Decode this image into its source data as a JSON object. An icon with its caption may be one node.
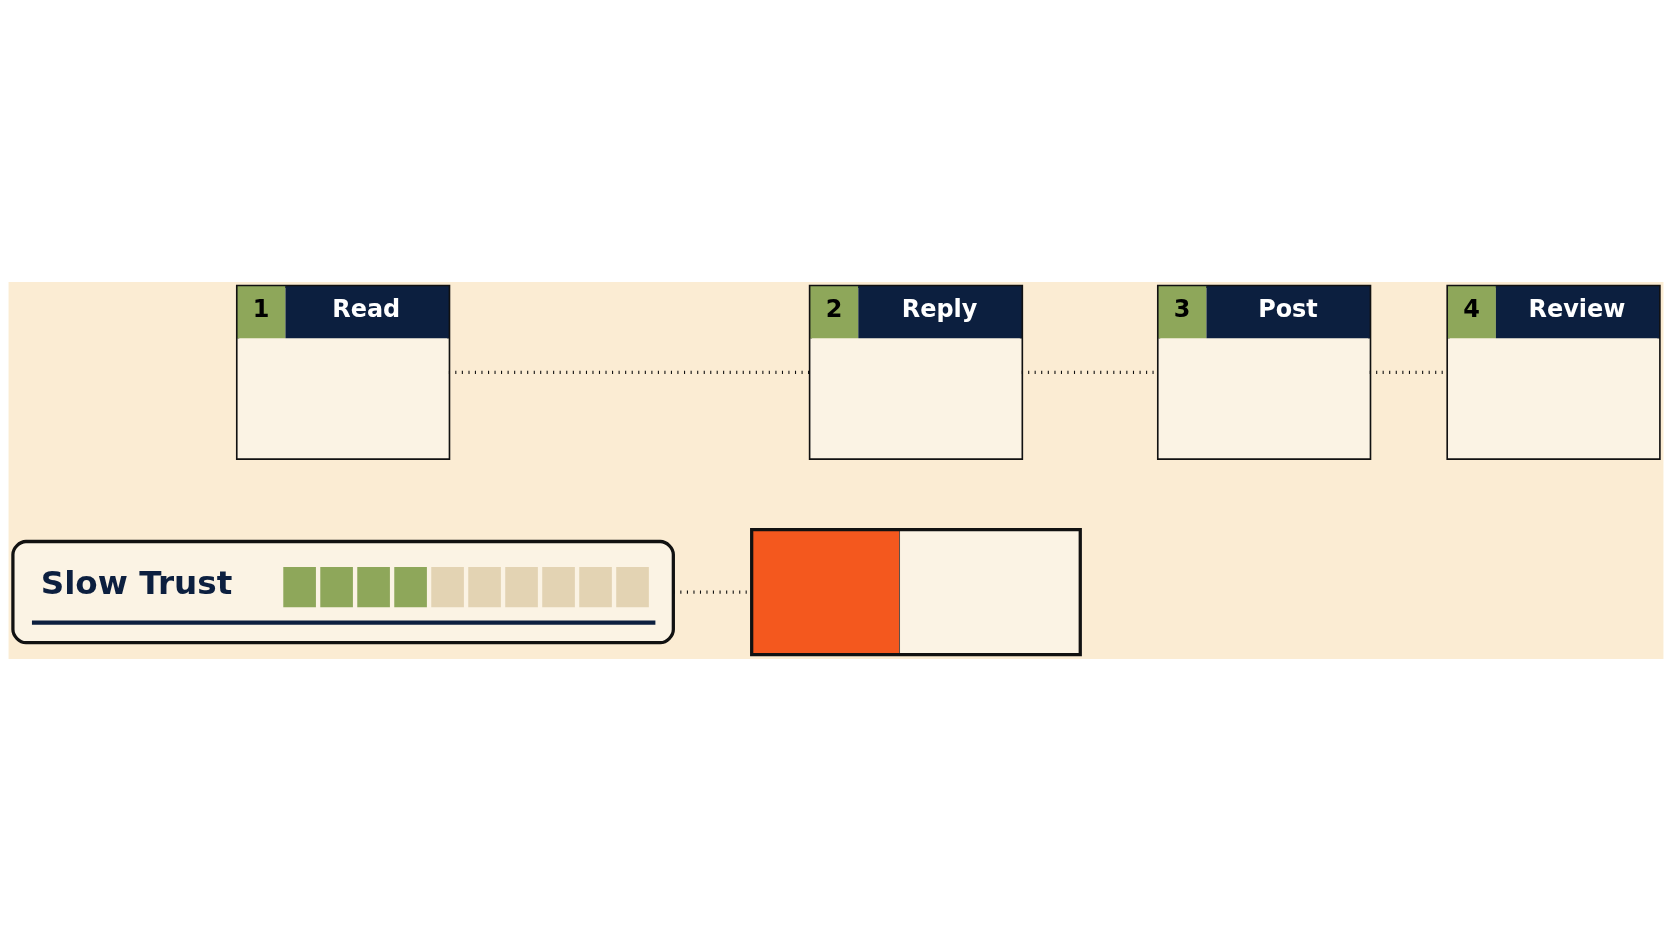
{
  "diagram": {
    "nodes": [
      {
        "text": [
          "1",
          "Read"
        ]
      },
      {
        "text": [
          "2",
          "Reply"
        ]
      },
      {
        "text": [
          "3",
          "Post"
        ]
      },
      {
        "text": [
          "4",
          "Review"
        ]
      },
      {
        "text": [
          "Slow Trust"
        ]
      },
      {
        "text": [],
        "shape": "box"
      }
    ],
    "edges": [
      {
        "from": 0,
        "to": 1,
        "arrow": "none"
      },
      {
        "from": 1,
        "to": 2,
        "arrow": "none"
      },
      {
        "from": 2,
        "to": 3,
        "arrow": "none"
      },
      {
        "from": 4,
        "to": 5,
        "arrow": "none"
      }
    ]
  }
}
